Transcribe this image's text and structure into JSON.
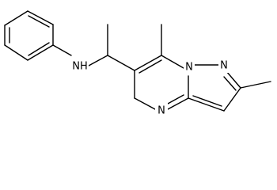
{
  "molecule": {
    "atom_labels": {
      "amine": "NH",
      "bridgehead_n": "N",
      "pyrazole_n": "N",
      "pyrimidine_n": "N"
    }
  },
  "colors": {
    "bond": "#000000",
    "text": "#000000",
    "background": "#ffffff"
  }
}
